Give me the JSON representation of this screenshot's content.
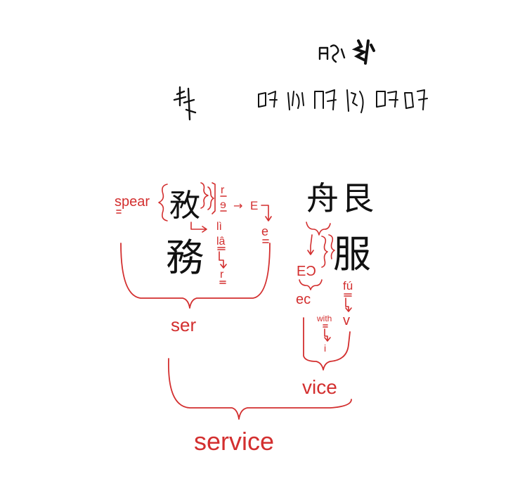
{
  "colors": {
    "accent": "#d32f2f",
    "ink": "#111111"
  },
  "characters": {
    "wu_main": "務",
    "wu_seal": "敄",
    "fu_seal_left": "舟",
    "fu_seal_right": "艮",
    "fu_main": "服"
  },
  "labels": {
    "spear": "spear",
    "r_top": "r",
    "e_reversed": "ɘ",
    "arrow": "→",
    "E_upper": "E",
    "li": "lì",
    "la": "lâ",
    "e_lower": "e",
    "r_lower": "r",
    "ser": "ser",
    "EC": "EƆ",
    "ec": "ec",
    "fu": "fú",
    "v": "v",
    "with": "with",
    "i": "i",
    "vice": "vice",
    "service": "service"
  }
}
